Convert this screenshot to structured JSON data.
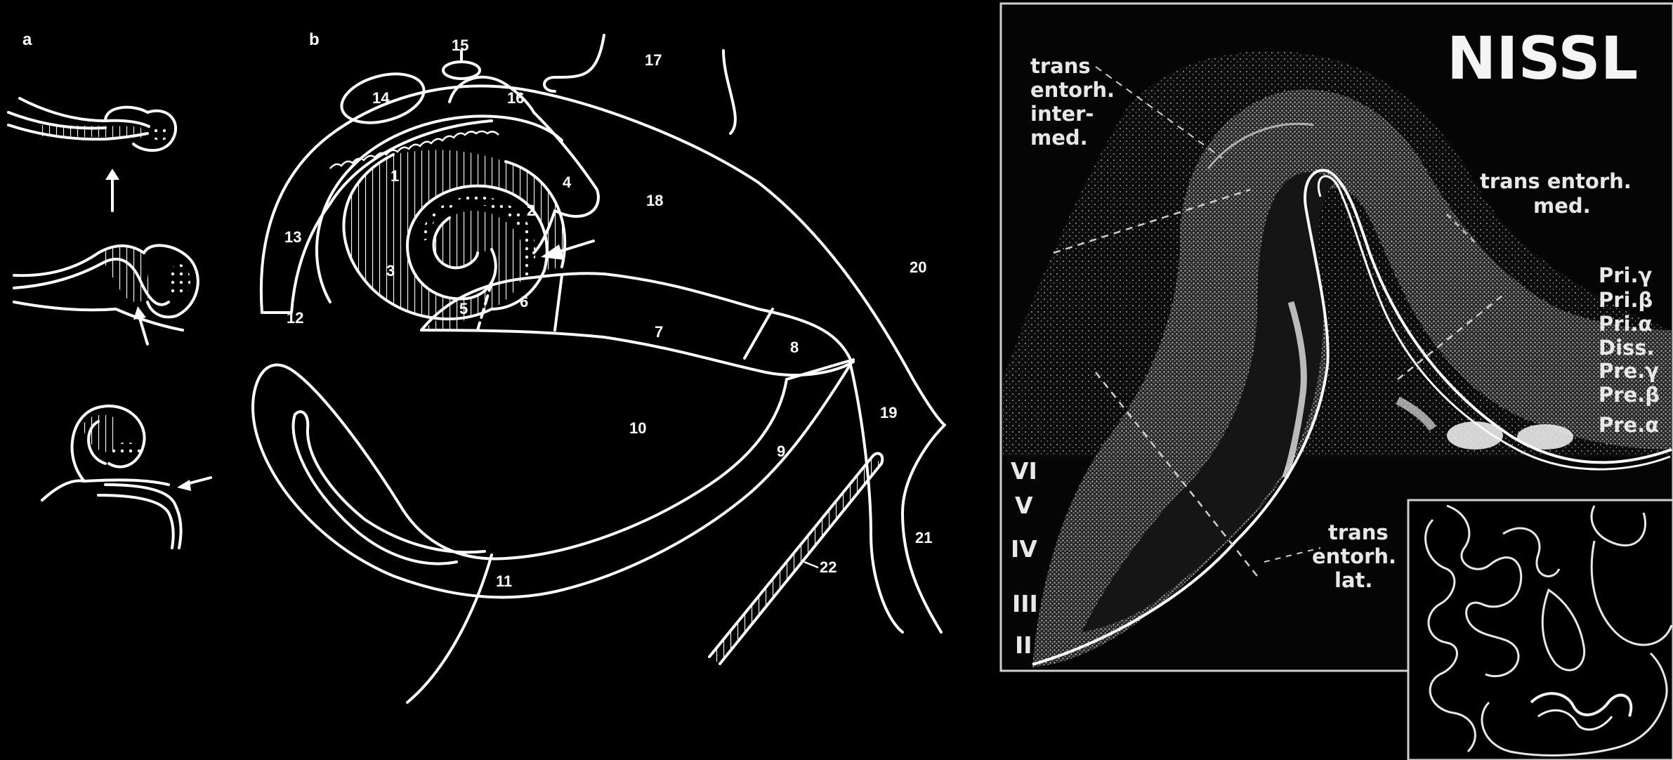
{
  "panels": {
    "a": "a",
    "b": "b"
  },
  "region_numbers": [
    "1",
    "2",
    "3",
    "4",
    "5",
    "6",
    "7",
    "8",
    "9",
    "10",
    "11",
    "12",
    "13",
    "14",
    "15",
    "16",
    "17",
    "18",
    "19",
    "20",
    "21",
    "22"
  ],
  "nissl": {
    "title": "NISSL",
    "regions": {
      "intermed": [
        "trans",
        "entorh.",
        "inter-",
        "med."
      ],
      "med": [
        "trans entorh.",
        "med."
      ],
      "lat": [
        "trans",
        "entorh.",
        "lat."
      ]
    },
    "sublayers": [
      "Pri.γ",
      "Pri.β",
      "Pri.α",
      "Diss.",
      "Pre.γ",
      "Pre.β",
      "Pre.α"
    ],
    "layers": [
      "VI",
      "V",
      "IV",
      "III",
      "II"
    ]
  }
}
